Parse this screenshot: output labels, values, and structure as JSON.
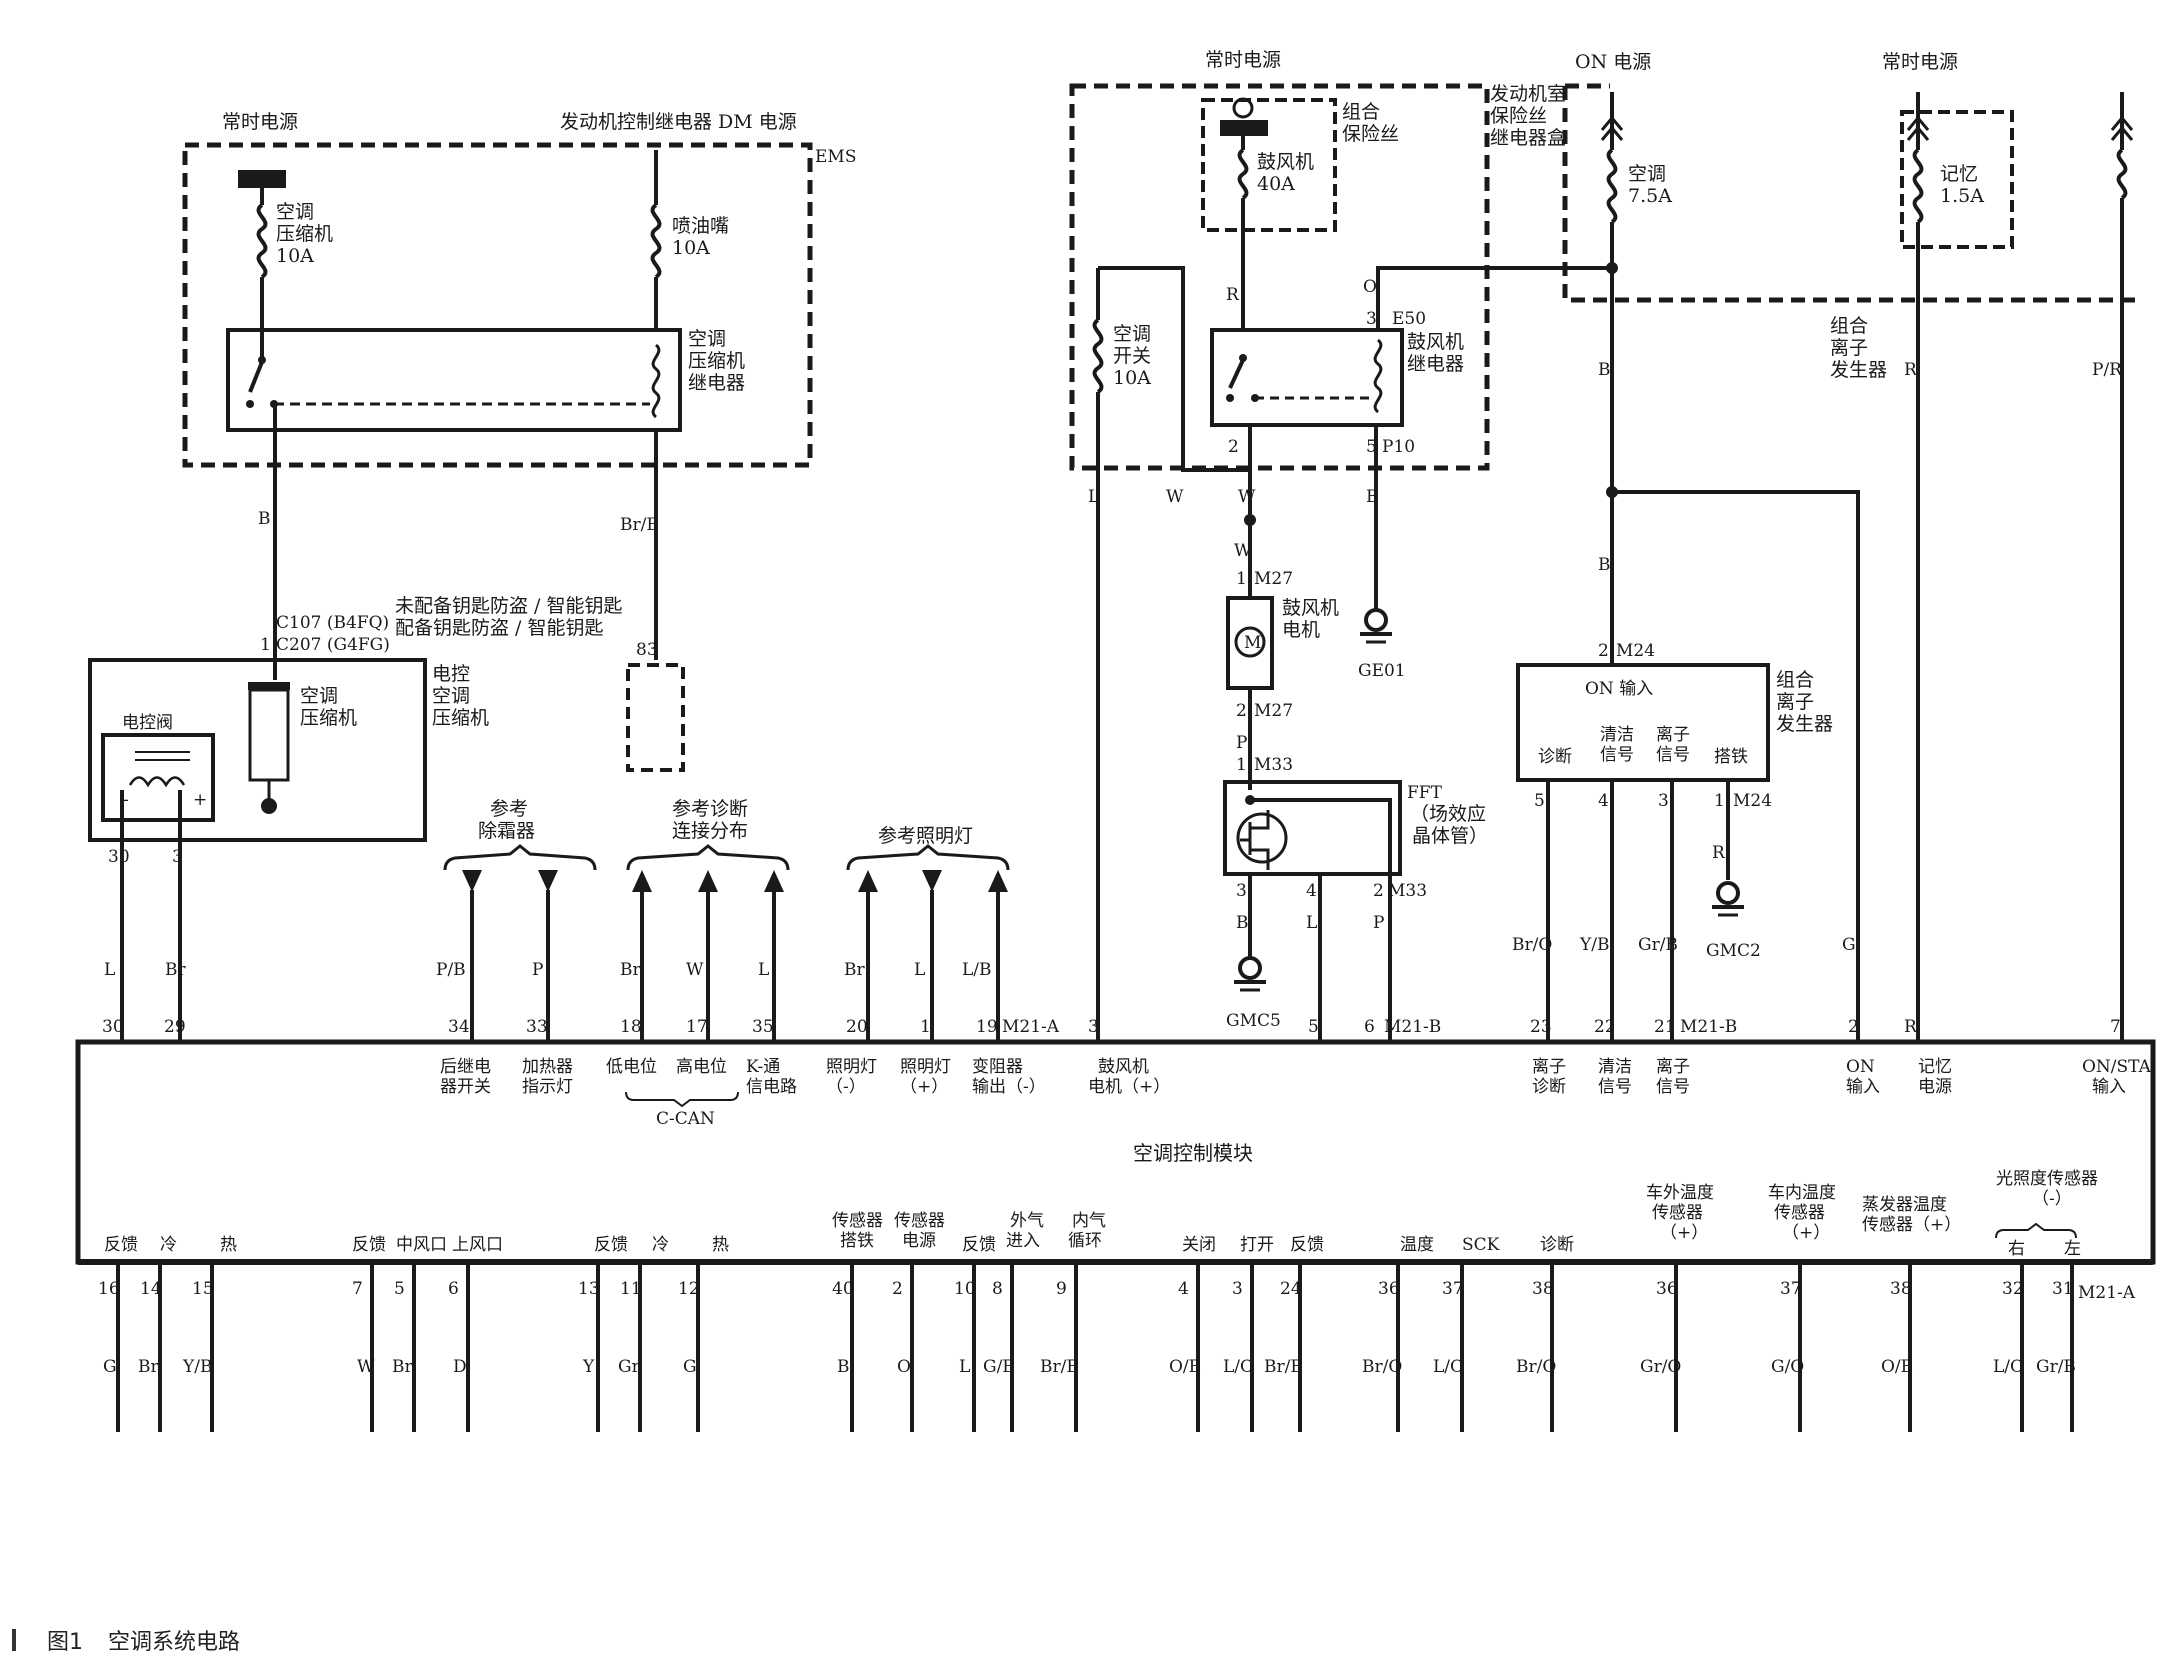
{
  "title": "空调系统电路",
  "figure_number": "图1",
  "labels": {
    "const_power_left": "常时电源",
    "ems_relay_power": "发动机控制继电器 DM 电源",
    "ems": "EMS",
    "fuse_comp": "空调\n压缩机\n10A",
    "fuse_injector": "喷油嘴\n10A",
    "comp_relay": "空调\n压缩机\n继电器",
    "wire_B1": "B",
    "wire_BrB": "Br/B",
    "conn_c107": "C107 (B4FQ)",
    "conn_c207": "C207 (G4FG)",
    "pin_1": "1",
    "immo_note_1": "未配备钥匙防盗 / 智能钥匙",
    "immo_note_2": "配备钥匙防盗 / 智能钥匙",
    "pin_83": "83",
    "ecomp_box": "电控\n空调\n压缩机",
    "solenoid_valve": "电控阀",
    "comp_clutch": "空调\n压缩机",
    "const_power_mid": "常时电源",
    "combo_fuse": "组合\n保险丝",
    "fuse_blower": "鼓风机\n40A",
    "engine_fuse_box": "发动机室\n保险丝\n继电器盒",
    "fuse_ac_switch": "空调\n开关\n10A",
    "on_power": "ON 电源",
    "fuse_ac75": "空调\n7.5A",
    "const_power_right": "常时电源",
    "fuse_mem": "记忆\n1.5A",
    "blower_relay": "鼓风机\n继电器",
    "relay_E50": "E50",
    "relay_pin3": "3",
    "relay_pin2": "2",
    "relay_pin5": "5",
    "relay_P10": "P10",
    "wire_O_top": "O",
    "wire_R_relay": "R",
    "wire_L": "L",
    "wire_W1": "W",
    "wire_W2": "W",
    "wire_W3": "W",
    "wire_B_relay": "B",
    "ion_gen_title": "组合\n离子\n发生器",
    "blower_motor": "鼓风机\n电机",
    "M27_1": "M27",
    "M27_2": "M27",
    "M33": "M33",
    "M33b": "M33",
    "ground_GE01": "GE01",
    "FFT": "FFT",
    "FFT_desc": "（场效应\n晶体管）",
    "ground_GMC5": "GMC5",
    "M24": "M24",
    "M24b": "M24",
    "ion_on_input": "ON 输入",
    "ion_diag": "诊断",
    "ion_clean": "清洁\n信号",
    "ion_signal": "离子\n信号",
    "ion_gnd": "搭铁",
    "ion_box_label": "组合\n离子\n发生器",
    "ground_GMC2": "GMC2",
    "ref_defrost": "参考\n除霜器",
    "ref_diag": "参考诊断\n连接分布",
    "ref_lamp": "参考照明灯",
    "module_name": "空调控制模块",
    "M21A": "M21-A",
    "M21B": "M21-B",
    "M21B_2": "M21-B",
    "M21A_b": "M21-A",
    "ccan": "C-CAN",
    "sensor_group_1": "车外温度\n传感器\n（+）",
    "sensor_group_2": "车内温度\n传感器\n（+）",
    "sensor_group_3": "蒸发器温度\n传感器（+）",
    "sensor_group_4": "光照度传感器\n（-）",
    "sun_right": "右",
    "sun_left": "左",
    "wire_B_ion1": "B",
    "wire_B_ion2": "B",
    "wire_R_mem": "R",
    "wire_PR": "P/R",
    "wire_R_ion": "R",
    "wire_B_fft": "B",
    "wire_L_fft": "L",
    "wire_P_fft": "P",
    "wire_P_m27": "P",
    "pin_4": "4",
    "pin_3a": "3",
    "pin_2a": "2",
    "pin_2b": "2",
    "pin_1b": "1",
    "pin_1c": "1",
    "pin_1d": "1",
    "pin_1e": "1",
    "pin_2c": "2",
    "pin_2d": "2",
    "pin_3b": "3",
    "pin_5a": "5",
    "pin_4b": "4",
    "pin_3c": "3"
  },
  "top_pins": [
    {
      "pin": "30",
      "wire": "L",
      "func": ""
    },
    {
      "pin": "29",
      "wire": "Br",
      "func": ""
    },
    {
      "pin": "34",
      "wire": "P/B",
      "func": "后继电\n器开关"
    },
    {
      "pin": "33",
      "wire": "P",
      "func": "加热器\n指示灯"
    },
    {
      "pin": "18",
      "wire": "Br",
      "func": "低电位"
    },
    {
      "pin": "17",
      "wire": "W",
      "func": "高电位"
    },
    {
      "pin": "35",
      "wire": "L",
      "func": "K-通\n信电路"
    },
    {
      "pin": "20",
      "wire": "Br",
      "func": "照明灯\n（-）"
    },
    {
      "pin": "1",
      "wire": "L",
      "func": "照明灯\n（+）"
    },
    {
      "pin": "19",
      "wire": "L/B",
      "func": "变阻器\n输出（-）"
    },
    {
      "pin": "3",
      "wire": "",
      "func": "鼓风机\n电机（+）"
    },
    {
      "pin": "5",
      "wire": "",
      "func": ""
    },
    {
      "pin": "6",
      "wire": "",
      "func": ""
    },
    {
      "pin": "23",
      "wire": "Br/O",
      "func": "离子\n诊断"
    },
    {
      "pin": "22",
      "wire": "Y/B",
      "func": "清洁\n信号"
    },
    {
      "pin": "21",
      "wire": "Gr/B",
      "func": "离子\n信号"
    },
    {
      "pin": "2",
      "wire": "G",
      "func": "ON\n输入"
    },
    {
      "pin": "",
      "wire": "R",
      "func": "记忆\n电源"
    },
    {
      "pin": "7",
      "wire": "",
      "func": "ON/STA\n输入"
    }
  ],
  "bottom_pins": [
    {
      "pin": "16",
      "wire": "G",
      "func": "反馈"
    },
    {
      "pin": "14",
      "wire": "Br",
      "func": "冷"
    },
    {
      "pin": "15",
      "wire": "Y/B",
      "func": "热"
    },
    {
      "pin": "7",
      "wire": "W",
      "func": "反馈"
    },
    {
      "pin": "5",
      "wire": "Br",
      "func": "中风口"
    },
    {
      "pin": "6",
      "wire": "D",
      "func": "上风口"
    },
    {
      "pin": "13",
      "wire": "Y",
      "func": "反馈"
    },
    {
      "pin": "11",
      "wire": "Gr",
      "func": "冷"
    },
    {
      "pin": "12",
      "wire": "G",
      "func": "热"
    },
    {
      "pin": "40",
      "wire": "B",
      "func": "传感器\n搭铁"
    },
    {
      "pin": "2",
      "wire": "O",
      "func": "传感器\n电源"
    },
    {
      "pin": "10",
      "wire": "L",
      "func": "反馈"
    },
    {
      "pin": "8",
      "wire": "G/B",
      "func": "外气\n进入"
    },
    {
      "pin": "9",
      "wire": "Br/B",
      "func": "内气\n循环"
    },
    {
      "pin": "4",
      "wire": "O/B",
      "func": "关闭"
    },
    {
      "pin": "3",
      "wire": "L/O",
      "func": "打开"
    },
    {
      "pin": "24",
      "wire": "Br/B",
      "func": "反馈"
    },
    {
      "pin": "36",
      "wire": "Br/O",
      "func": "温度"
    },
    {
      "pin": "37",
      "wire": "L/O",
      "func": "SCK"
    },
    {
      "pin": "38",
      "wire": "Br/O",
      "func": "诊断"
    },
    {
      "pin": "36",
      "wire": "Gr/O",
      "func": ""
    },
    {
      "pin": "37",
      "wire": "G/O",
      "func": ""
    },
    {
      "pin": "38",
      "wire": "O/B",
      "func": ""
    },
    {
      "pin": "32",
      "wire": "L/O",
      "func": ""
    },
    {
      "pin": "31",
      "wire": "Gr/B",
      "func": ""
    }
  ]
}
